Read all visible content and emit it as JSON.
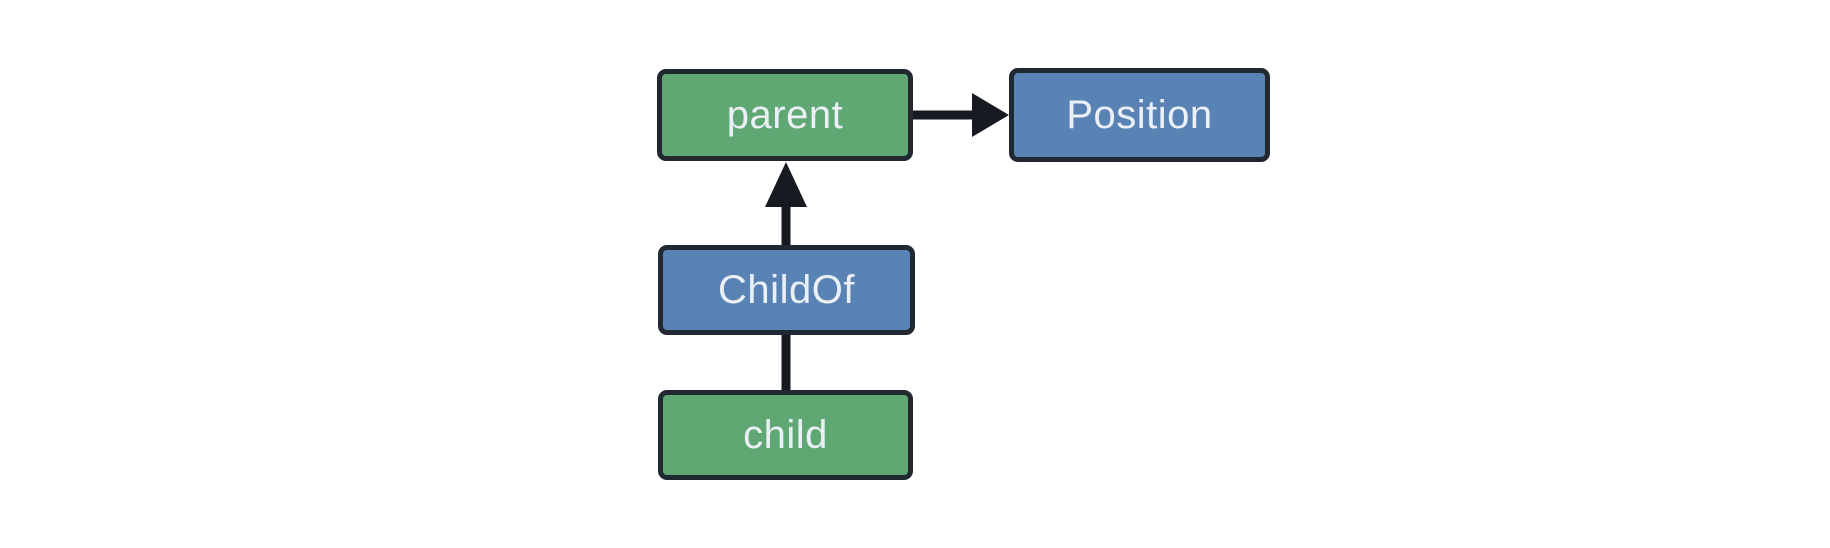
{
  "diagram": {
    "kind": "entity-relationship-graph",
    "background": "#ffffff",
    "nodes": [
      {
        "id": "parent",
        "label": "parent",
        "role": "entity",
        "fill": "#60a873"
      },
      {
        "id": "Position",
        "label": "Position",
        "role": "component",
        "fill": "#5a83b5"
      },
      {
        "id": "ChildOf",
        "label": "ChildOf",
        "role": "relationship",
        "fill": "#5a83b5"
      },
      {
        "id": "child",
        "label": "child",
        "role": "entity",
        "fill": "#60a873"
      }
    ],
    "edges": [
      {
        "from": "parent",
        "to": "Position",
        "style": "arrow",
        "direction": "right"
      },
      {
        "from": "ChildOf",
        "to": "parent",
        "style": "arrow",
        "direction": "up"
      },
      {
        "from": "child",
        "to": "ChildOf",
        "style": "line",
        "direction": "up"
      }
    ],
    "colors": {
      "entity_fill": "#60a873",
      "component_fill": "#5a83b5",
      "node_border": "#222832",
      "edge_stroke": "#171b21",
      "label_text": "#ebeff6",
      "canvas_background": "#ffffff"
    }
  }
}
